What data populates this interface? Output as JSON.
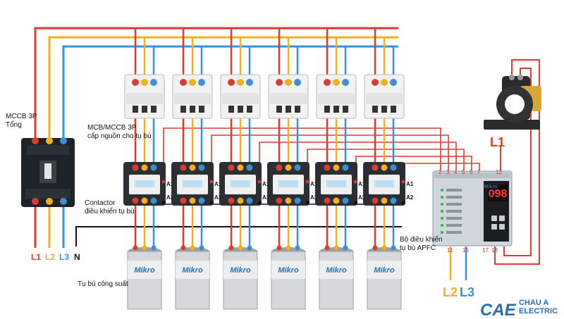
{
  "labels": {
    "mccb_main": "MCCB 3P",
    "mccb_main_sub": "Tổng",
    "mcb_feeder": "MCB/MCCB 3P",
    "mcb_feeder_sub": "cấp nguồn cho tụ bù",
    "contactor": "Contactor",
    "contactor_sub": "điều khiển tụ bù",
    "apfc": "Bộ điều khiển",
    "apfc_sub": "tụ bù APFC",
    "capacitor": "Tụ bù công suất"
  },
  "phases": {
    "l1": "L1",
    "l2": "L2",
    "l3": "L3",
    "n": "N"
  },
  "ct_label": "L1",
  "apfc_out_l2": "L2",
  "apfc_out_l3": "L3",
  "contactor_terminals": {
    "a1": "A1",
    "a2": "A2"
  },
  "apfc_terminals": [
    "2",
    "3",
    "4",
    "5",
    "6",
    "7",
    "12",
    "11",
    "15",
    "17",
    "18"
  ],
  "apfc_display": "098",
  "apfc_brand": "Mikro",
  "capacitor_brand": "Mikro",
  "logo": {
    "mark": "CAE",
    "line1": "CHAU A",
    "line2": "ELECTRIC"
  },
  "colors": {
    "l1": "#e03a2f",
    "l2": "#f2b01e",
    "l3": "#3a8fd6",
    "neutral": "#111111",
    "brand_blue": "#2a6db5"
  }
}
